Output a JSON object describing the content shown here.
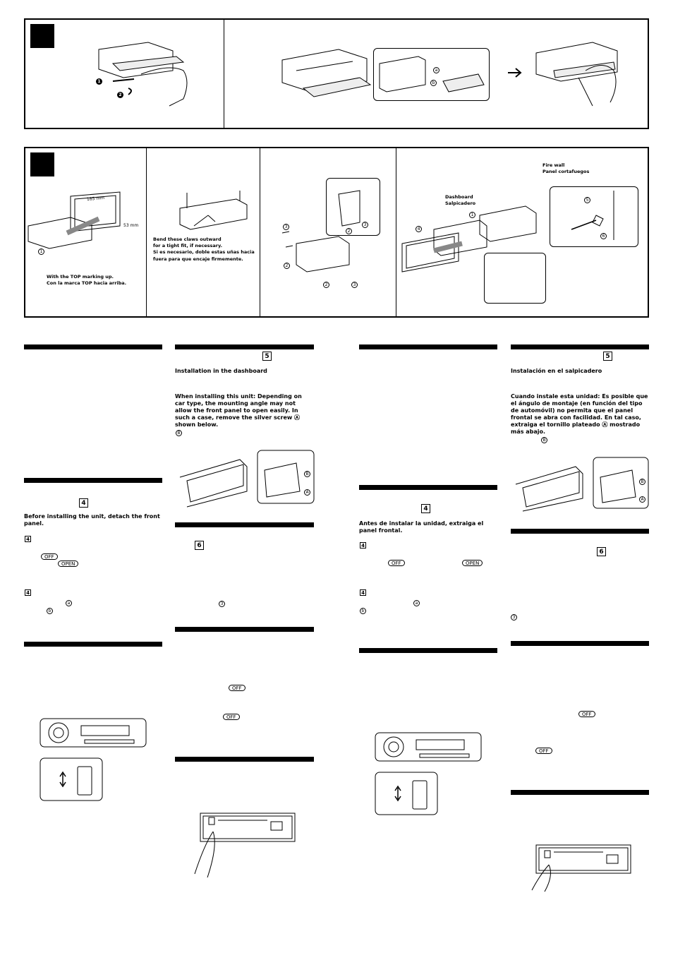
{
  "fig1": {
    "markers": {
      "m1": "1",
      "m2": "2",
      "a": "a",
      "b": "b"
    }
  },
  "fig2": {
    "dim_width": "185 mm",
    "dim_height": "53 mm",
    "part1": "1",
    "note_top_en": "With the TOP marking up.",
    "note_top_es": "Con la marca TOP hacia arriba.",
    "claws_en_1": "Bend these claws outward",
    "claws_en_2": "for a tight fit, if necessary.",
    "claws_es_1": "Si es necesario, doble estas uñas hacia",
    "claws_es_2": "fuera para que encaje firmemente.",
    "part2": "2",
    "part3": "3",
    "part4": "4",
    "part5": "5",
    "part6": "6",
    "fire_wall_en": "Fire wall",
    "fire_wall_es": "Panel cortafuegos",
    "dashboard_en": "Dashboard",
    "dashboard_es": "Salpicadero"
  },
  "en": {
    "col1": {
      "ref4": "4",
      "detach_note": "Before installing the unit, detach the front panel.",
      "step4a": "4",
      "off": "OFF",
      "open": "OPEN",
      "step4b": "4",
      "a": "a",
      "b": "b"
    },
    "col2": {
      "ref5": "5",
      "install_dashboard": "Installation in the dashboard",
      "caution": "When installing this unit: Depending on car type, the mounting angle may not allow the front panel to open easily. In such a case, remove the silver screw Ⓐ shown below.",
      "ref_b": "B",
      "label_b": "B",
      "label_a": "A",
      "ref6": "6",
      "part3": "3",
      "off1": "OFF",
      "off2": "OFF"
    }
  },
  "es": {
    "col1": {
      "ref4": "4",
      "detach_note": "Antes de instalar la unidad, extraiga el panel frontal.",
      "step4a": "4",
      "off": "OFF",
      "open": "OPEN",
      "step4b": "4",
      "a": "a",
      "b": "b"
    },
    "col2": {
      "ref5": "5",
      "install_dashboard": "Instalación en el salpicadero",
      "caution": "Cuando instale esta unidad: Es posible que el ángulo de montaje (en función del tipo de automóvil) no permita que el panel frontal se abra con facilidad. En tal caso, extraiga el tornillo plateado Ⓐ mostrado más abajo.",
      "ref_b": "B",
      "label_b": "B",
      "label_a": "A",
      "ref6": "6",
      "part3": "3",
      "off1": "OFF",
      "off2": "OFF"
    }
  },
  "colors": {
    "ink": "#000000",
    "paper": "#ffffff"
  }
}
